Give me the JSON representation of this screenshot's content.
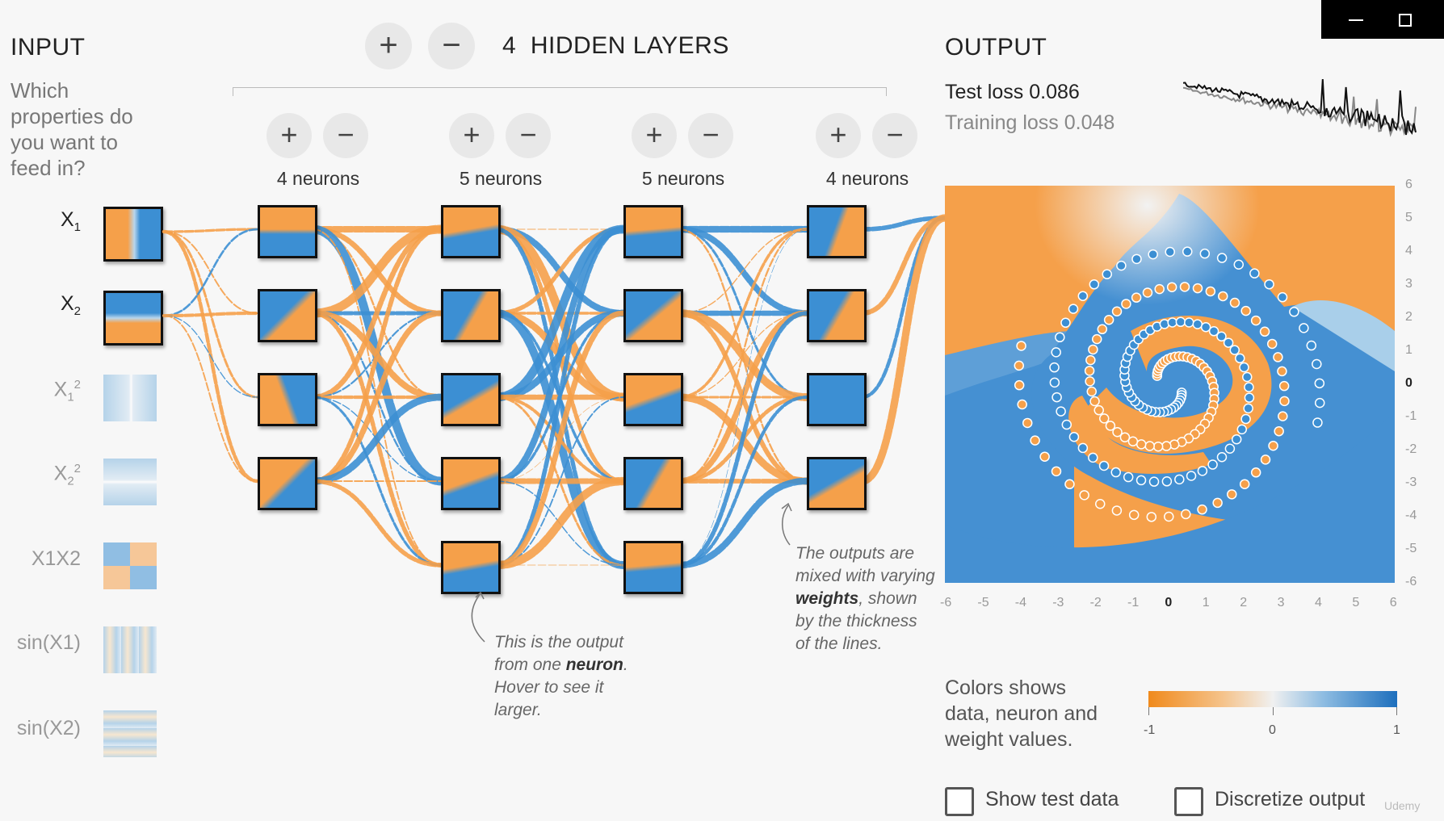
{
  "input": {
    "title": "INPUT",
    "question": [
      "Which",
      "properties do",
      "you want to",
      "feed in?"
    ],
    "features": [
      {
        "label_main": "X",
        "label_sub": "1",
        "label_sup": "",
        "active": true
      },
      {
        "label_main": "X",
        "label_sub": "2",
        "label_sup": "",
        "active": true
      },
      {
        "label_main": "X",
        "label_sub": "1",
        "label_sup": "2",
        "active": false
      },
      {
        "label_main": "X",
        "label_sub": "2",
        "label_sup": "2",
        "active": false
      },
      {
        "label_main": "X1X2",
        "label_sub": "",
        "label_sup": "",
        "active": false
      },
      {
        "label_main": "sin(X1)",
        "label_sub": "",
        "label_sup": "",
        "active": false
      },
      {
        "label_main": "sin(X2)",
        "label_sub": "",
        "label_sup": "",
        "active": false
      }
    ]
  },
  "hidden": {
    "count": "4",
    "title": "HIDDEN LAYERS",
    "plus": "+",
    "minus": "−",
    "layers": [
      {
        "neurons_label": "4 neurons",
        "neurons": 4
      },
      {
        "neurons_label": "5 neurons",
        "neurons": 5
      },
      {
        "neurons_label": "5 neurons",
        "neurons": 5
      },
      {
        "neurons_label": "4 neurons",
        "neurons": 4
      }
    ]
  },
  "notes": {
    "neuron_note": [
      "This is the output",
      "from one ",
      "neuron",
      ".",
      "Hover to see it",
      "larger."
    ],
    "weights_note": [
      "The outputs are",
      "mixed with varying",
      "weights",
      ", shown",
      "by the thickness",
      "of the lines."
    ]
  },
  "output": {
    "title": "OUTPUT",
    "test_loss_label": "Test loss",
    "test_loss_value": "0.086",
    "training_loss_label": "Training loss",
    "training_loss_value": "0.048",
    "x_ticks": [
      "-6",
      "-5",
      "-4",
      "-3",
      "-2",
      "-1",
      "0",
      "1",
      "2",
      "3",
      "4",
      "5",
      "6"
    ],
    "y_ticks": [
      "6",
      "5",
      "4",
      "3",
      "2",
      "1",
      "0",
      "-1",
      "-2",
      "-3",
      "-4",
      "-5",
      "-6"
    ],
    "legend_text": [
      "Colors shows",
      "data, neuron and",
      "weight values."
    ],
    "legend_min": "-1",
    "legend_mid": "0",
    "legend_max": "1",
    "show_test_data": "Show test data",
    "discretize_output": "Discretize output"
  },
  "colors": {
    "orange": "#f5a04a",
    "blue": "#3c8fd3",
    "light_blue": "#a9cfea",
    "pale": "#e9eef2"
  },
  "watermark": "Udemy"
}
